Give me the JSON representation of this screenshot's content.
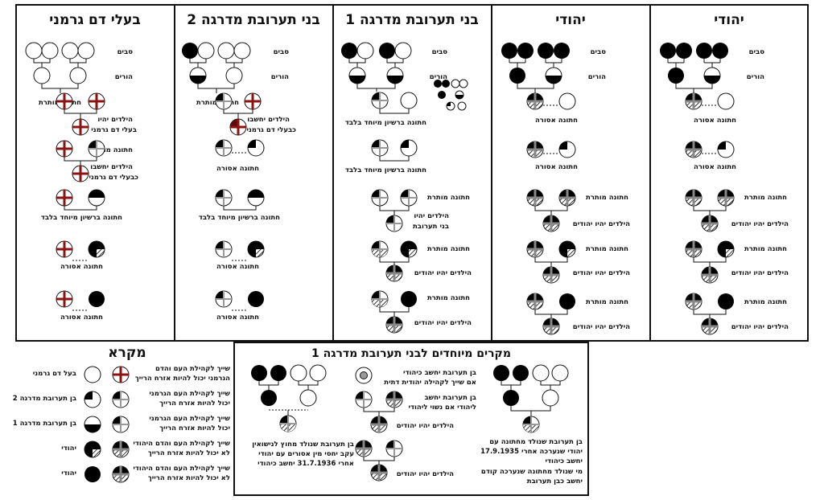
{
  "panels": [
    {
      "title": "יהודי",
      "labels": [
        "סבים",
        "הורים",
        "חתונה אסורה",
        "חתונה אסורה",
        "חתונה מותרת",
        "הילדים יהיו יהודים",
        "חתונה מותרת",
        "הילדים יהיו יהודים",
        "חתונה מותרת",
        "הילדים יהיו יהודים"
      ]
    },
    {
      "title": "יהודי",
      "labels": [
        "סבים",
        "הורים",
        "חתונה אסורה",
        "חתונה אסורה",
        "חתונה מותרת",
        "הילדים יהיו יהודים",
        "חתונה מותרת",
        "הילדים יהיו יהודים",
        "חתונה מותרת",
        "הילדים יהיו יהודים"
      ]
    },
    {
      "title": "בני תערובת מדרגה 1",
      "labels": [
        "סבים",
        "הורים",
        "חתונה ברשיון מיוחד בלבד",
        "חתונה ברשיון מיוחד בלבד",
        "חתונה מותרת",
        "הילדים יהיו",
        "בני תערובת",
        "חתונה מותרת",
        "הילדים יהיו יהודים",
        "חתונה מותרת",
        "הילדים יהיו יהודים"
      ]
    },
    {
      "title": "בני תערובת מדרגה 2",
      "labels": [
        "סבים",
        "הורים",
        "חתונה מותרת",
        "הילדים יחשבו",
        "כבעלי דם גרמני",
        "חתונה אסורה",
        "חתונה ברשיון מיוחד בלבד",
        "חתונה אסורה",
        "חתונה אסורה"
      ]
    },
    {
      "title": "בעלי דם גרמני",
      "labels": [
        "סבים",
        "הורים",
        "חתונה מותרת",
        "הילדים יהיו",
        "בעלי דם גרמני",
        "חתונה מותרת",
        "הילדים יחשבו",
        "כבעלי דם גרמני",
        "חתונה ברשיון מיוחד בלבד",
        "חתונה אסורה",
        "חתונה אסורה"
      ]
    }
  ],
  "legend": {
    "title": "מקרא",
    "rows": [
      {
        "name": "בעל דם גרמני",
        "l1": "שייך לקהילת העם והדם",
        "l2": "הגרמני יכול להיות אזרח הרייך"
      },
      {
        "name": "בן תערובת מדרגה 2",
        "l1": "שייך לקהילת העם הגרמני",
        "l2": "יכול להיות אזרח הרייך"
      },
      {
        "name": "בן תערובת מדרגה 1",
        "l1": "שייך לקהילת העם הגרמני",
        "l2": "יכול להיות אזרח הרייך"
      },
      {
        "name": "יהודי",
        "l1": "שייך לקהילת העם והדם היהודי",
        "l2": "לא יכול להיות אזרח הרייך"
      },
      {
        "name": "יהודי",
        "l1": "שייך לקהילת העם והדם היהודי",
        "l2": "לא יכול להיות אזרח הרייך"
      }
    ]
  },
  "special": {
    "title": "מקרים מיוחדים לבני תערובת מדרגה 1",
    "right": [
      "בן תערובת שנולד מחתונה עם",
      "יהודי שנערכה אחרי 17.9.1935",
      "יחשב כיהודי",
      "מי שנולד מחתונה שנערכה קודם",
      "יחשב כבן תערובת"
    ],
    "middle": [
      "בן תערובת יחשב  כיהודי",
      "אם שייך לקהילה יהודית דתית",
      "בן תערובת יחשב",
      "ליהודי אם נשוי ליהודי",
      "הילדים יהיו יהודים",
      "הילדים יהיו יהודים"
    ],
    "left": [
      "בן תערובת שנולד מחוץ לנישואין",
      "עקב יחסי מין אסורים עם יהודי",
      "אחרי 31.7.1936 יחשב כיהודי"
    ]
  },
  "colors": {
    "german_cross": "#8a1414",
    "jew": "#000000",
    "line": "#111111"
  }
}
